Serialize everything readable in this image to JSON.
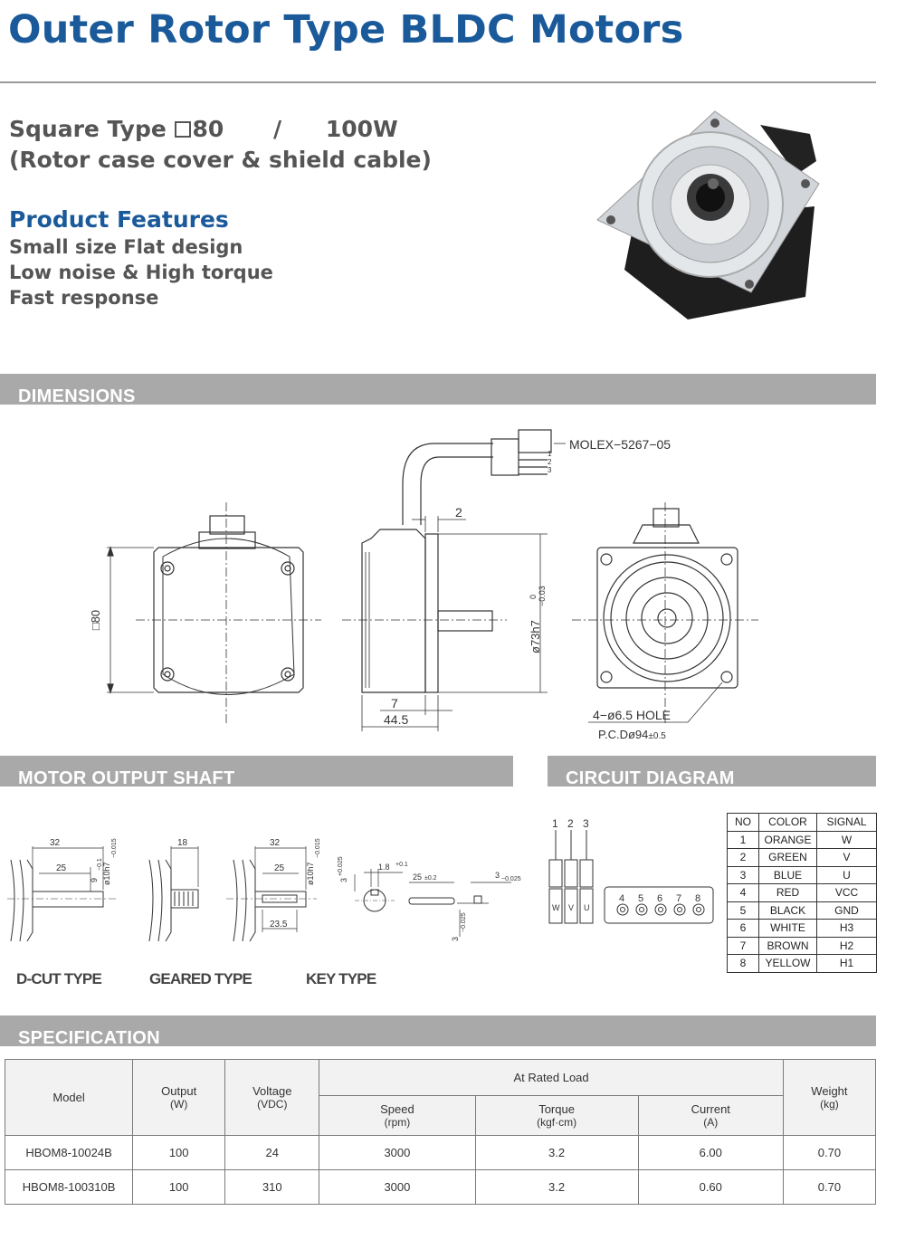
{
  "header": {
    "title": "Outer Rotor Type BLDC Motors",
    "subtitle_prefix": "Square Type",
    "subtitle_size": "80",
    "subtitle_sep": "/",
    "subtitle_power": "100W",
    "subtitle2": "(Rotor case cover & shield cable)"
  },
  "features": {
    "title": "Product Features",
    "items": [
      "Small size Flat design",
      "Low noise & High torque",
      "Fast response"
    ]
  },
  "sections": {
    "dimensions": "DIMENSIONS",
    "output_shaft": "MOTOR OUTPUT SHAFT",
    "circuit": "CIRCUIT DIAGRAM",
    "spec": "SPECIFICATION"
  },
  "dimensions": {
    "connector": "MOLEX−5267−05",
    "pin_labels": [
      "1",
      "2",
      "3"
    ],
    "square_label": "□80",
    "gap": "2",
    "diameter": "ø73h7",
    "tol_upper": "0",
    "tol_lower": "−0.03",
    "flange": "7",
    "length": "44.5",
    "holes": "4−ø6.5 HOLE",
    "pcd": "P.C.Dø94",
    "pcd_tol": "±0.5"
  },
  "shaft": {
    "dcut": {
      "len1": "32",
      "len2": "25",
      "flat": "9",
      "flat_tol": "−0.1",
      "dia": "ø10h7",
      "dia_tol": "−0.015",
      "label": "D-CUT TYPE"
    },
    "geared": {
      "len": "18",
      "label": "GEARED TYPE"
    },
    "key": {
      "len1": "32",
      "len2": "25",
      "len3": "23.5",
      "dia": "ø10h7",
      "dia_tol": "−0.015",
      "label": "KEY TYPE"
    },
    "key_detail": {
      "h": "3",
      "h_tol": "+0.025",
      "w": "1.8",
      "w_tol": "+0.1",
      "keylen": "25",
      "keylen_tol": "±0.2",
      "kw": "3",
      "kw_tol": "−0.025",
      "kh": "3",
      "kh_tol": "−0.025"
    }
  },
  "circuit": {
    "pins_top": [
      "1",
      "2",
      "3"
    ],
    "plug_letters": [
      "W",
      "V",
      "U"
    ],
    "connector_pins": [
      "4",
      "5",
      "6",
      "7",
      "8"
    ],
    "table_headers": [
      "NO",
      "COLOR",
      "SIGNAL"
    ],
    "rows": [
      [
        "1",
        "ORANGE",
        "W"
      ],
      [
        "2",
        "GREEN",
        "V"
      ],
      [
        "3",
        "BLUE",
        "U"
      ],
      [
        "4",
        "RED",
        "VCC"
      ],
      [
        "5",
        "BLACK",
        "GND"
      ],
      [
        "6",
        "WHITE",
        "H3"
      ],
      [
        "7",
        "BROWN",
        "H2"
      ],
      [
        "8",
        "YELLOW",
        "H1"
      ]
    ]
  },
  "spec": {
    "h_model": "Model",
    "h_output": "Output",
    "h_output_unit": "(W)",
    "h_voltage": "Voltage",
    "h_voltage_unit": "(VDC)",
    "h_rated": "At Rated Load",
    "h_speed": "Speed",
    "h_speed_unit": "(rpm)",
    "h_torque": "Torque",
    "h_torque_unit": "(kgf·cm)",
    "h_current": "Current",
    "h_current_unit": "(A)",
    "h_weight": "Weight",
    "h_weight_unit": "(kg)",
    "rows": [
      {
        "model": "HBOM8-10024B",
        "output": "100",
        "voltage": "24",
        "speed": "3000",
        "torque": "3.2",
        "current": "6.00",
        "weight": "0.70"
      },
      {
        "model": "HBOM8-100310B",
        "output": "100",
        "voltage": "310",
        "speed": "3000",
        "torque": "3.2",
        "current": "0.60",
        "weight": "0.70"
      }
    ]
  }
}
